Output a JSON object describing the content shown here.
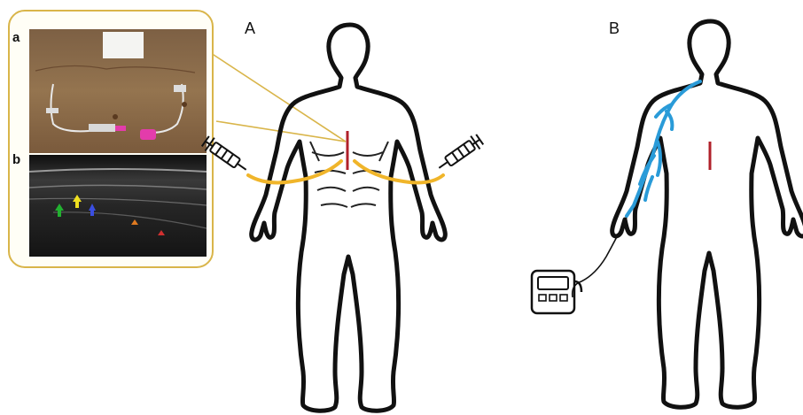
{
  "labels": {
    "panel_a": "A",
    "panel_b": "B",
    "sub_a": "a",
    "sub_b": "b"
  },
  "colors": {
    "outline": "#111111",
    "catheter": "#f0b52a",
    "incision": "#b0202a",
    "vein": "#2a9bd8",
    "callout_border": "#d9b54a",
    "skin_photo": "#8a6a48",
    "ultrasound_bg": "#1c1c1c"
  },
  "icons": {
    "left_syringe": "syringe-icon",
    "right_syringe": "syringe-icon",
    "pump": "infusion-pump-icon"
  }
}
